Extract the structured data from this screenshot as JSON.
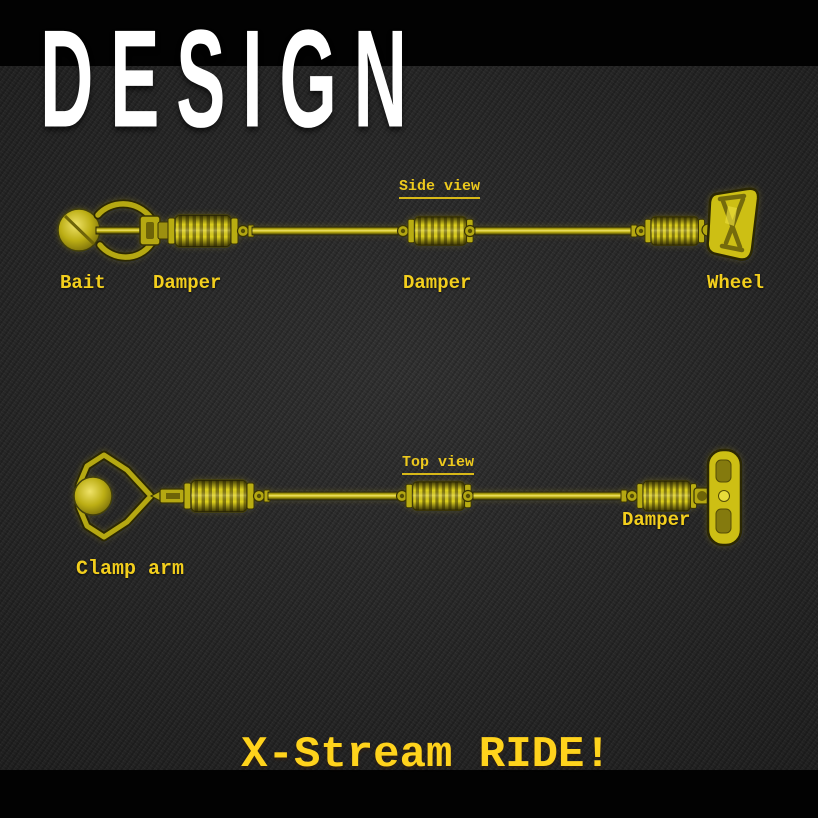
{
  "poster": {
    "title": "DESIGN",
    "tagline": "X-Stream RIDE!",
    "colors": {
      "background": "#282828",
      "band_black": "#020202",
      "title_white": "#ffffff",
      "label_yellow": "#f2ce1d",
      "tagline_yellow": "#ffd31c",
      "device_yellow": "#d2c414"
    }
  },
  "side_view": {
    "heading": "Side view",
    "labels": [
      {
        "text": "Bait",
        "part": "bait-ball"
      },
      {
        "text": "Damper",
        "part": "front-damper-spring"
      },
      {
        "text": "Damper",
        "part": "middle-damper-spring"
      },
      {
        "text": "Wheel",
        "part": "wheel"
      }
    ]
  },
  "top_view": {
    "heading": "Top view",
    "labels": [
      {
        "text": "Damper",
        "part": "rear-damper-spring"
      },
      {
        "text": "Clamp arm",
        "part": "clamp-arm"
      }
    ]
  }
}
